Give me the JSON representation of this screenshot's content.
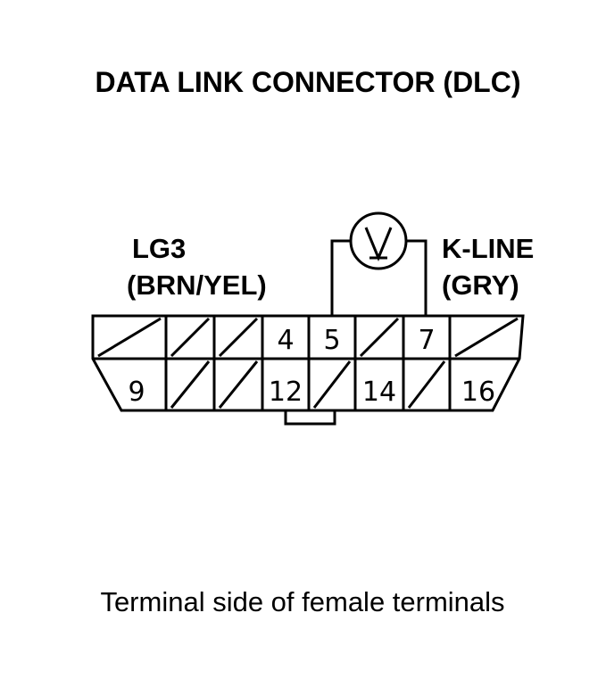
{
  "title": "DATA LINK CONNECTOR (DLC)",
  "left_label": {
    "line1": "LG3",
    "line2": "(BRN/YEL)"
  },
  "right_label": {
    "line1": "K-LINE",
    "line2": "(GRY)"
  },
  "meter_symbol": "V",
  "top_row_pins": [
    "",
    "",
    "",
    "4",
    "5",
    "",
    "7",
    ""
  ],
  "bottom_row_pins": [
    "9",
    "",
    "",
    "12",
    "",
    "14",
    "",
    "16"
  ],
  "caption": "Terminal side of female terminals",
  "colors": {
    "line": "#000000",
    "background": "#ffffff"
  }
}
